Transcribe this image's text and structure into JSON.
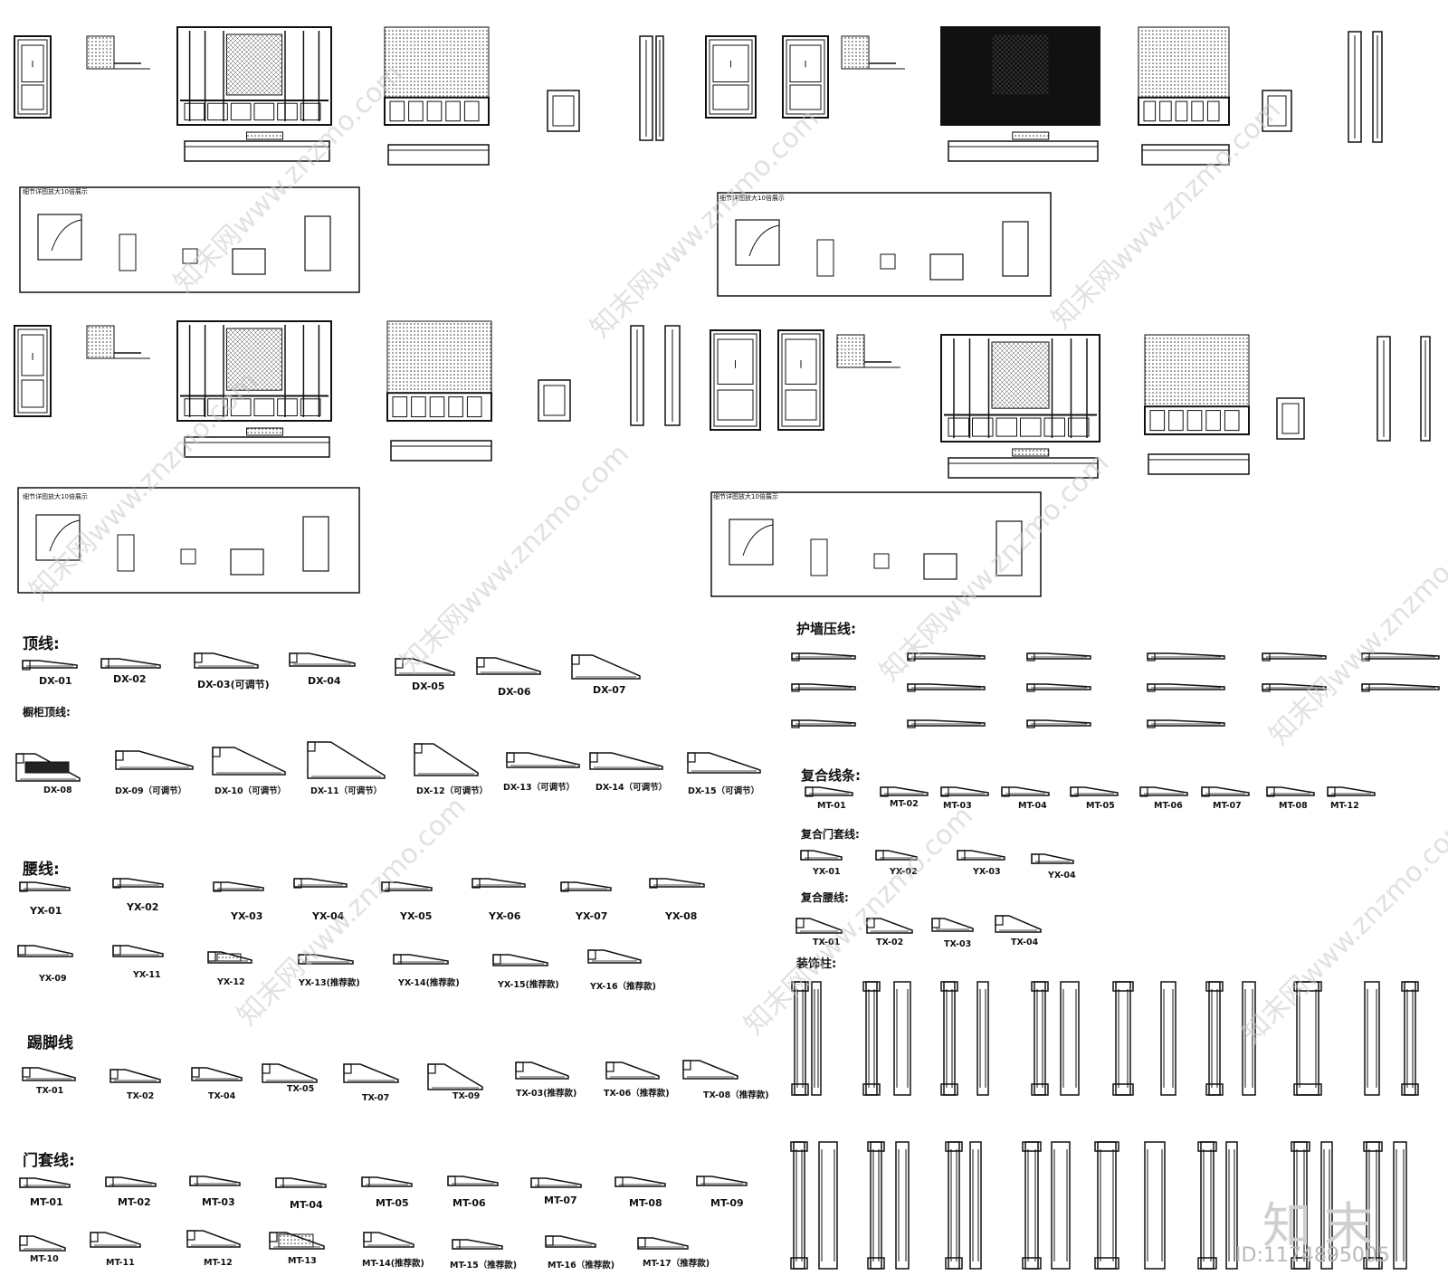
{
  "detail_title": "细节详图放大10倍展示",
  "sections": {
    "dx": "顶线:",
    "cabinet_dx": "橱柜顶线:",
    "yx": "腰线:",
    "tx": "踢脚线",
    "mt": "门套线:",
    "hq": "护墙压线:",
    "fh": "复合线条:",
    "fhmt": "复合门套线:",
    "fhyx": "复合腰线:",
    "zsz": "装饰柱:"
  },
  "dx_labels": [
    "DX-01",
    "DX-02",
    "DX-03(可调节)",
    "DX-04",
    "DX-05",
    "DX-06",
    "DX-07"
  ],
  "dx2_labels": [
    "DX-08",
    "DX-09（可调节）",
    "DX-10（可调节）",
    "DX-11（可调节）",
    "DX-12（可调节）",
    "DX-13（可调节）",
    "DX-14（可调节）",
    "DX-15（可调节）"
  ],
  "yx1_labels": [
    "YX-01",
    "YX-02",
    "YX-03",
    "YX-04",
    "YX-05",
    "YX-06",
    "YX-07",
    "YX-08"
  ],
  "yx2_labels": [
    "YX-09",
    "YX-11",
    "YX-12",
    "YX-13(推荐款)",
    "YX-14(推荐款)",
    "YX-15(推荐款)",
    "YX-16（推荐款)"
  ],
  "tx_labels": [
    "TX-01",
    "TX-02",
    "TX-04",
    "TX-05",
    "TX-07",
    "TX-09",
    "TX-03(推荐款)",
    "TX-06（推荐款)",
    "TX-08（推荐款)"
  ],
  "mt1_labels": [
    "MT-01",
    "MT-02",
    "MT-03",
    "MT-04",
    "MT-05",
    "MT-06",
    "MT-07",
    "MT-08",
    "MT-09"
  ],
  "mt2_labels": [
    "MT-10",
    "MT-11",
    "MT-12",
    "MT-13",
    "MT-14(推荐款)",
    "MT-15（推荐款)",
    "MT-16（推荐款)",
    "MT-17（推荐款)"
  ],
  "fh_labels": [
    "MT-01",
    "MT-02",
    "MT-03",
    "MT-04",
    "MT-05",
    "MT-06",
    "MT-07",
    "MT-08",
    "MT-12"
  ],
  "fhmt_labels": [
    "YX-01",
    "YX-02",
    "YX-03",
    "YX-04"
  ],
  "fhyx_labels": [
    "TX-01",
    "TX-02",
    "TX-03",
    "TX-04"
  ],
  "watermark_text": "知末网www.znzmo.com",
  "logo_text": "知末",
  "id_text": "ID:1174895005",
  "colors": {
    "line": "#111111",
    "hatch": "#555555",
    "watermark": "#c9c9c9"
  }
}
